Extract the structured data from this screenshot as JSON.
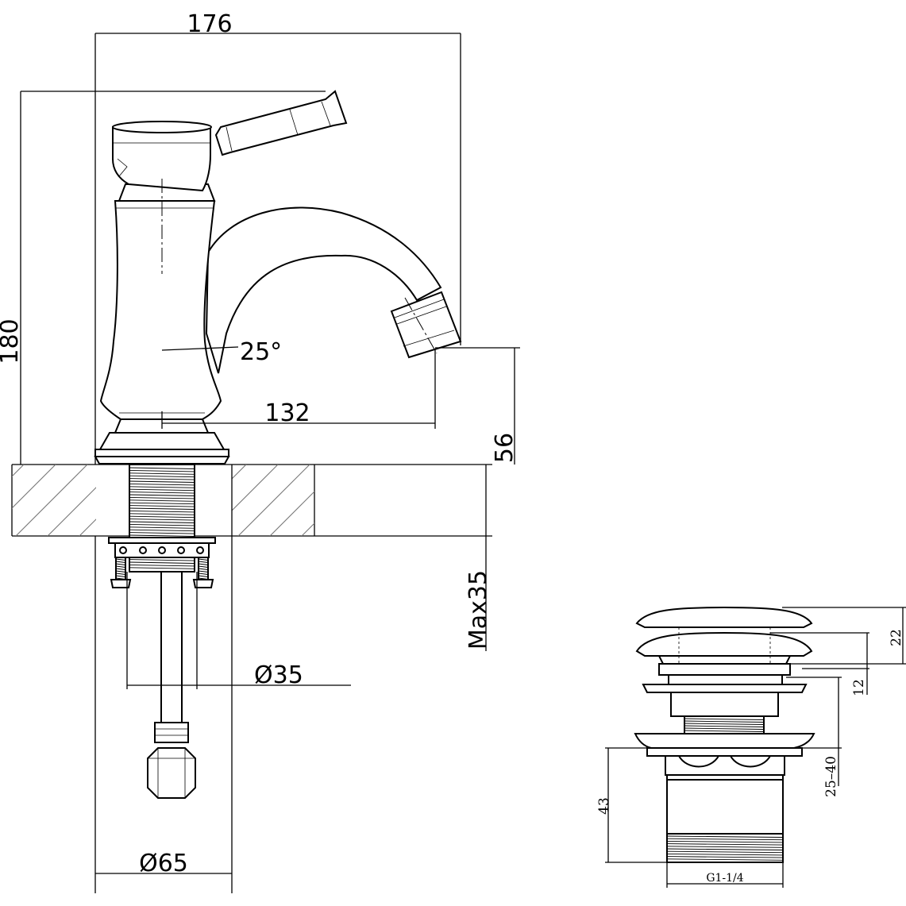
{
  "faucet": {
    "dim_width": "176",
    "dim_height": "180",
    "dim_angle": "25°",
    "dim_reach": "132",
    "dim_spout_height": "56",
    "dim_max_deck": "Max35",
    "dim_hole": "Ø35",
    "dim_base": "Ø65"
  },
  "drain": {
    "dim_cap": "22",
    "dim_gap": "12",
    "dim_range": "25–40",
    "dim_body": "43",
    "thread_label": "G1-1/4"
  }
}
